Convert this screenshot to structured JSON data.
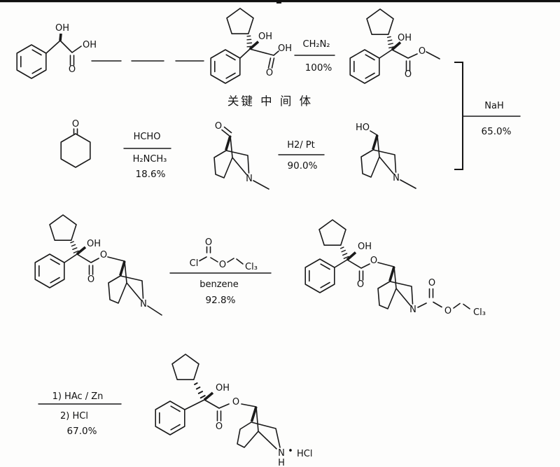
{
  "atoms": {
    "oh": "OH",
    "ho": "HO",
    "o": "O",
    "n": "N",
    "h": "H",
    "cl": "Cl",
    "ccl3": "Cl₃",
    "hcl": "HCl",
    "dot": "•"
  },
  "conditions": {
    "esterification": {
      "reagent": "CH₂N₂",
      "yield": "100%"
    },
    "mannich": {
      "reagent": "HCHO",
      "reagent2": "H₂NCH₃",
      "yield": "18.6%"
    },
    "hydrogenation": {
      "reagent": "H2/ Pt",
      "yield": "90.0%"
    },
    "coupling": {
      "reagent": "NaH",
      "yield": "65.0%"
    },
    "carbamoylation": {
      "solvent": "benzene",
      "yield": "92.8%"
    },
    "deprotection": {
      "step1": "1) HAc / Zn",
      "step2": "2) HCl",
      "yield": "67.0%"
    }
  },
  "annotations": {
    "key_intermediate": "关键 中 间 体"
  }
}
